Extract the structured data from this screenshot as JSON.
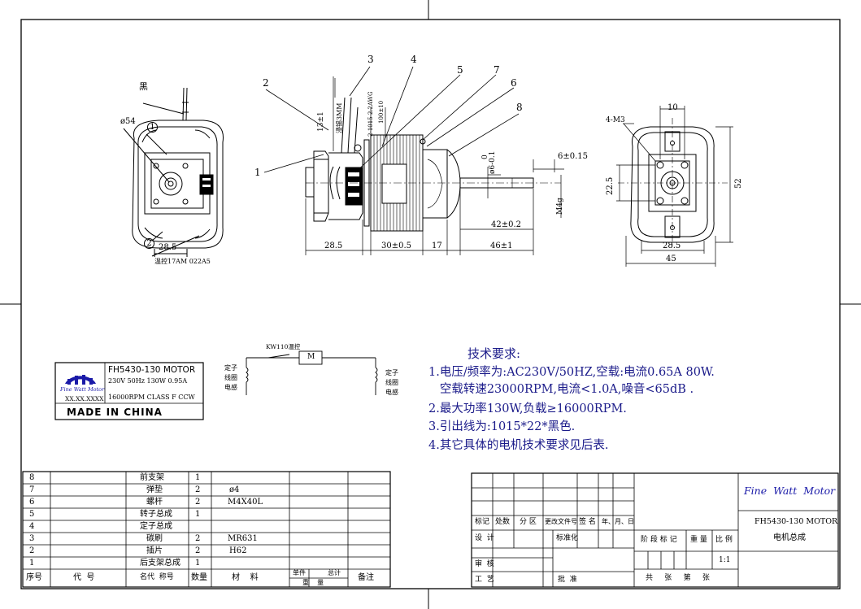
{
  "views": {
    "left": {
      "lead_color_label": "黑",
      "diameter": "ø54",
      "callout_1": "1",
      "callout_2": "2",
      "width": "28.5",
      "thermostat_note": "温控17AM 022A5"
    },
    "center": {
      "callouts": [
        "1",
        "2",
        "3",
        "4",
        "5",
        "6",
        "7",
        "8"
      ],
      "dim_13": "13±1",
      "dim_wire": "浸锡3MM",
      "dim_lead": "2-1015 2.2AWG",
      "dim_100": "100±10",
      "dim_shaft_tol": "ø6-0.1",
      "dim_zero": "0",
      "dim_6": "6±0.15",
      "dim_m4": "M4g",
      "dim_42": "42±0.2",
      "dim_285": "28.5",
      "dim_30": "30±0.5",
      "dim_17": "17",
      "dim_46": "46±1"
    },
    "right": {
      "dim_10": "10",
      "dim_4m3": "4-M3",
      "dim_225": "22.5",
      "dim_52": "52",
      "dim_285": "28.5",
      "dim_45": "45"
    }
  },
  "nameplate": {
    "model": "FH5430-130 MOTOR",
    "spec1": "230V 50Hz 130W 0.95A",
    "code": "XX.XX.XXXX",
    "spec2": "16000RPM CLASS F  CCW",
    "brand": "Fine Watt Motor",
    "origin": "MADE   IN CHINA"
  },
  "wiring": {
    "thermostat": "KW110温控",
    "motor": "M",
    "left_coil": [
      "定子",
      "线圈",
      "电感"
    ],
    "right_coil": [
      "定子",
      "线圈",
      "电感"
    ]
  },
  "requirements": {
    "title": "技术要求:",
    "lines": [
      "1.电压/频率为:AC230V/50HZ,空载:电流0.65A 80W.",
      "   空载转速23000RPM,电流<1.0A,噪音<65dB .",
      "2.最大功率130W,负载≥16000RPM.",
      "3.引出线为:1015*22*黑色.",
      "4.其它具体的电机技术要求见后表."
    ]
  },
  "bom": {
    "rows": [
      {
        "no": "8",
        "name": "前支架",
        "qty": "1",
        "spec": ""
      },
      {
        "no": "7",
        "name": "弹垫",
        "qty": "2",
        "spec": "ø4"
      },
      {
        "no": "6",
        "name": "螺杆",
        "qty": "2",
        "spec": "M4X40L"
      },
      {
        "no": "5",
        "name": "转子总成",
        "qty": "1",
        "spec": ""
      },
      {
        "no": "4",
        "name": "定子总成",
        "qty": "",
        "spec": ""
      },
      {
        "no": "3",
        "name": "碳刷",
        "qty": "2",
        "spec": "MR631"
      },
      {
        "no": "2",
        "name": "插片",
        "qty": "2",
        "spec": "H62"
      },
      {
        "no": "1",
        "name": "后支架总成",
        "qty": "1",
        "spec": ""
      }
    ],
    "header": {
      "no": "序号",
      "code": "代  号",
      "name": "名代  称号",
      "qty": "数量",
      "material": "材    料",
      "unit_weight": "单件",
      "total_weight": "总计",
      "weight": "重    量",
      "remark": "备注"
    }
  },
  "title_block": {
    "company": "Fine  Watt  Motor",
    "drawing_no": "FH5430-130 MOTOR",
    "drawing_name": "电机总成",
    "rev_headers": [
      "标记",
      "处数",
      "分 区",
      "更改文件号",
      "签 名",
      "年、月、日"
    ],
    "design": "设  计",
    "standard": "标准化",
    "stage": "阶 段 标 记",
    "weight": "重 量",
    "scale": "比 例",
    "scale_value": "1:1",
    "review": "审  核",
    "process": "工  艺",
    "approve": "批  准",
    "sheets": "共     张     第     张"
  },
  "colors": {
    "line": "#000000",
    "text_blue": "#1b1b8a",
    "brand_blue": "#1a1aa8"
  }
}
